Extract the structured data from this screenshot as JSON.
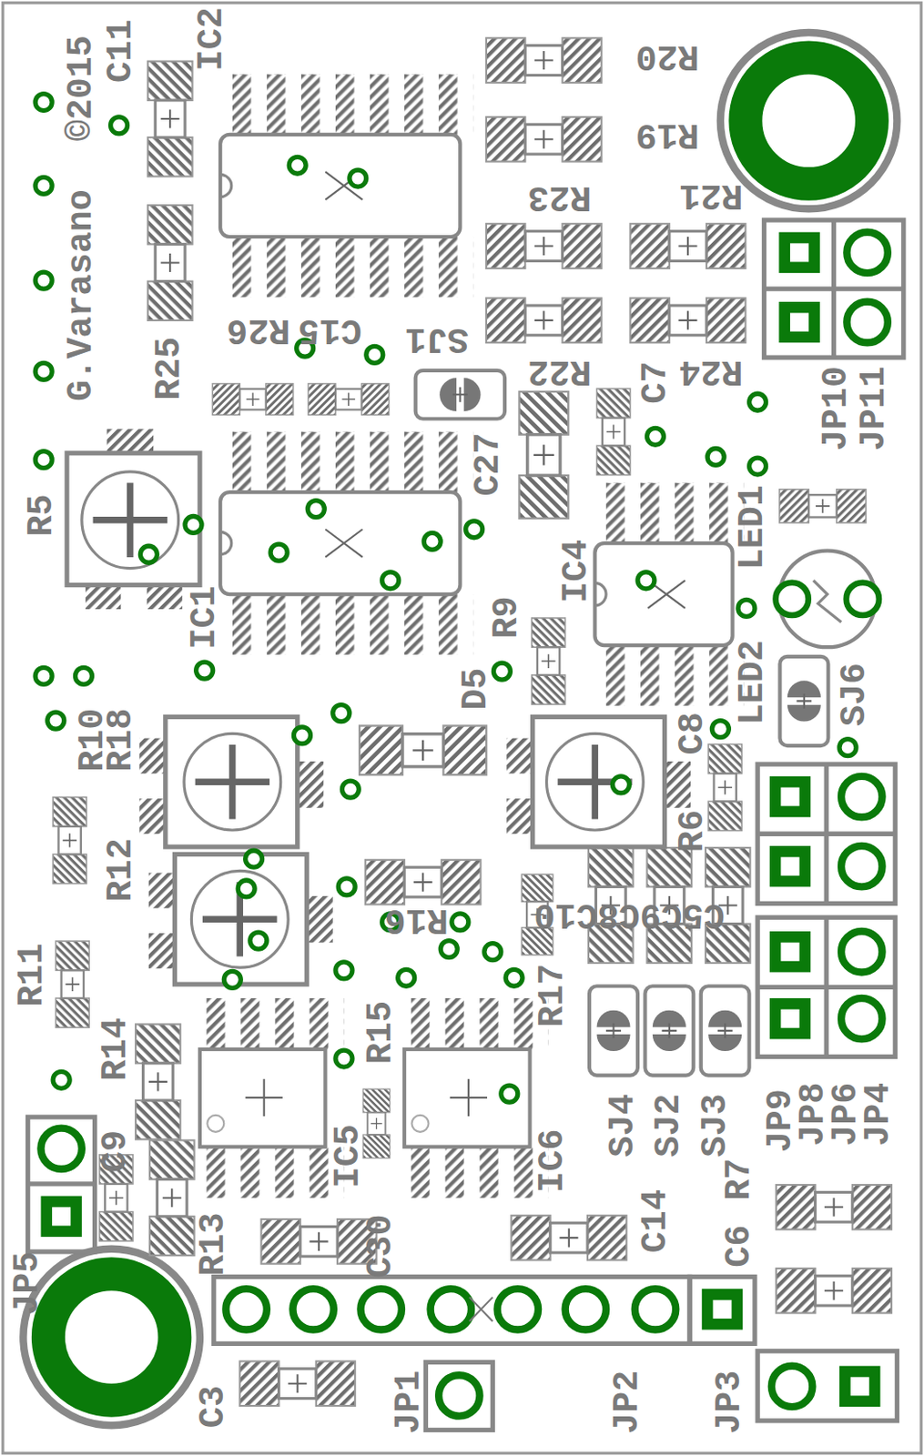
{
  "diagram": {
    "labels": [
      "©2015",
      "C11",
      "IC2",
      "G.Varasano",
      "R25",
      "R26",
      "C15",
      "SJ1",
      "R20",
      "R19",
      "R23",
      "R21",
      "R22",
      "R24",
      "C7",
      "JP10",
      "JP11",
      "C27",
      "R5",
      "IC1",
      "IC4",
      "LED1",
      "R9",
      "LED2",
      "D5",
      "SJ6",
      "C8",
      "R10",
      "R18",
      "R6",
      "R12",
      "C5C9C8C10",
      "R16",
      "R11",
      "R17",
      "R14",
      "R15",
      "JP9",
      "JP8",
      "JP6",
      "JP4",
      "SJ4",
      "SJ2",
      "SJ3",
      "C9",
      "IC5",
      "IC6",
      "R7",
      "C6",
      "C14",
      "C30",
      "R13",
      "JP5",
      "C3",
      "JP1",
      "JP2",
      "JP3"
    ]
  }
}
